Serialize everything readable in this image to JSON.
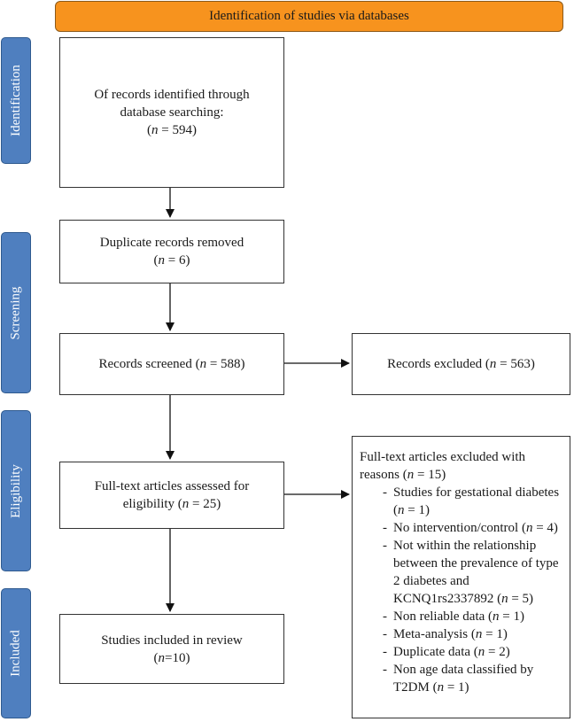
{
  "header": {
    "title": "Identification of studies via databases"
  },
  "phases": {
    "identification": "Identification",
    "screening": "Screening",
    "eligibility": "Eligibility",
    "included": "Included"
  },
  "boxes": {
    "records_identified": {
      "line1": "Of records identified through",
      "line2": "database searching:",
      "n_prefix": "(",
      "n_symbol": "n",
      "n_value": " = 594)"
    },
    "duplicates_removed": {
      "line1": "Duplicate records removed",
      "n_prefix": "(",
      "n_symbol": "n",
      "n_value": " = 6)"
    },
    "records_screened": {
      "text": "Records screened (",
      "n_symbol": "n",
      "n_value": " = 588)"
    },
    "records_excluded": {
      "text": "Records excluded (",
      "n_symbol": "n",
      "n_value": " = 563)"
    },
    "fulltext_assessed": {
      "line1": "Full-text articles assessed for",
      "line2_text": "eligibility (",
      "n_symbol": "n",
      "n_value": " = 25)"
    },
    "fulltext_excluded": {
      "head_line1": "Full-text articles excluded with",
      "head_line2_text": "reasons (",
      "head_n_symbol": "n",
      "head_n_value": " = 15)",
      "reasons": [
        {
          "text": "Studies for gestational diabetes (",
          "n_symbol": "n",
          "n_value": " = 1)"
        },
        {
          "text": "No intervention/control (",
          "n_symbol": "n",
          "n_value": " = 4)"
        },
        {
          "text": "Not within the relationship between the prevalence of type 2 diabetes and KCNQ1rs2337892 (",
          "n_symbol": "n",
          "n_value": " = 5)"
        },
        {
          "text": "Non reliable data (",
          "n_symbol": "n",
          "n_value": " = 1)"
        },
        {
          "text": "Meta-analysis (",
          "n_symbol": "n",
          "n_value": " = 1)"
        },
        {
          "text": "Duplicate data (",
          "n_symbol": "n",
          "n_value": " = 2)"
        },
        {
          "text": "Non age data classified by T2DM (",
          "n_symbol": "n",
          "n_value": " = 1)"
        }
      ]
    },
    "studies_included": {
      "line1": "Studies included in review",
      "n_prefix": "(",
      "n_symbol": "n",
      "n_value": "=10)"
    }
  },
  "colors": {
    "header_fill": "#f7931e",
    "phase_fill": "#4f7fbf",
    "phase_text": "#ffffff",
    "box_border": "#333333"
  }
}
